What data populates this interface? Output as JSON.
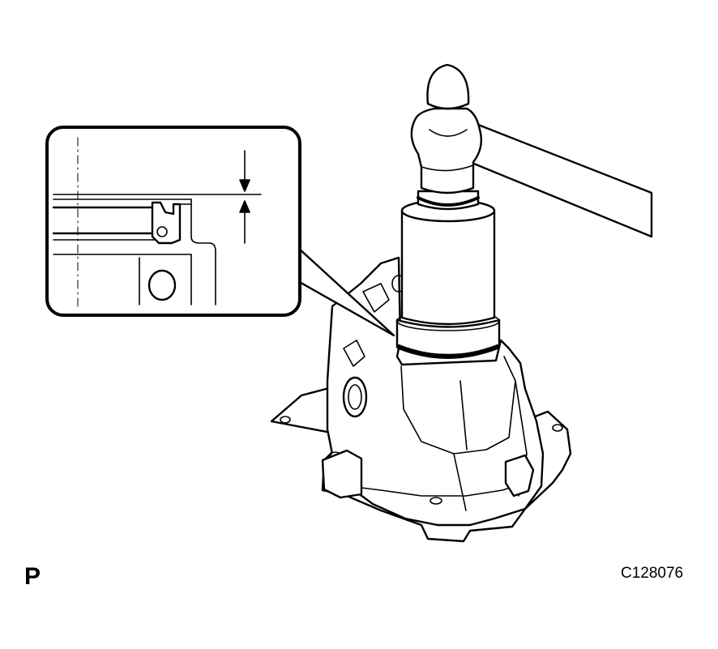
{
  "diagram": {
    "view_label": "P",
    "figure_code": "C128076",
    "ink_color": "#000000",
    "background_color": "#ffffff",
    "parts": [
      "hammer",
      "seal-installer-tool",
      "housing",
      "oil-seal",
      "detail-callout"
    ]
  }
}
